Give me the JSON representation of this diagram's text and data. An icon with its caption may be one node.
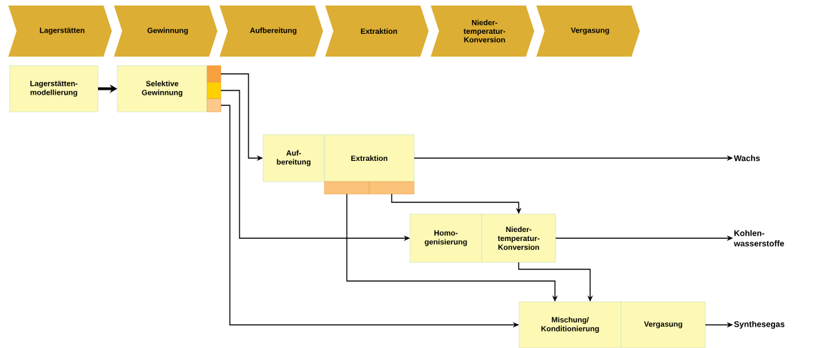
{
  "diagram": {
    "nodes": [
      {
        "text": [
          "Lagerstätten"
        ]
      },
      {
        "text": [
          "Gewinnung"
        ]
      },
      {
        "text": [
          "Aufbereitung"
        ]
      },
      {
        "text": [
          "Extraktion"
        ]
      },
      {
        "text": [
          "Nieder- temperatur- Konversion"
        ]
      },
      {
        "text": [
          "Vergasung"
        ]
      },
      {
        "text": [
          "Lagerstätten- modellierung"
        ]
      },
      {
        "text": [
          "Selektive Gewinnung"
        ]
      },
      {
        "text": [],
        "shape": "box"
      },
      {
        "text": [],
        "shape": "box"
      },
      {
        "text": [],
        "shape": "box"
      },
      {
        "text": [
          "Auf- bereitung"
        ]
      },
      {
        "text": [
          "Extraktion"
        ]
      },
      {
        "text": [],
        "shape": "bar"
      },
      {
        "text": [],
        "shape": "bar"
      },
      {
        "text": [
          "Wachs"
        ]
      },
      {
        "text": [
          "Homo- genisierung"
        ]
      },
      {
        "text": [
          "Nieder- temperatur- Konversion"
        ]
      },
      {
        "text": [
          "Kohlen- wasserstoffe"
        ]
      },
      {
        "text": [
          "Mischung/ Konditionierung"
        ]
      },
      {
        "text": [
          "Vergasung"
        ]
      },
      {
        "text": [
          "Synthesegas"
        ]
      }
    ],
    "edges": [
      {
        "from": 6,
        "to": 7,
        "arrow": "to",
        "style": "thick"
      },
      {
        "from": 8,
        "to": 11,
        "arrow": "to"
      },
      {
        "from": 9,
        "to": 16,
        "arrow": "to"
      },
      {
        "from": 10,
        "to": 19,
        "arrow": "to"
      },
      {
        "from": 12,
        "to": 15,
        "arrow": "to"
      },
      {
        "from": 13,
        "to": 19,
        "arrow": "to"
      },
      {
        "from": 14,
        "to": 17,
        "arrow": "to"
      },
      {
        "from": 17,
        "to": 18,
        "arrow": "to"
      },
      {
        "from": 17,
        "to": 19,
        "arrow": "to"
      },
      {
        "from": 20,
        "to": 21,
        "arrow": "to"
      }
    ]
  }
}
